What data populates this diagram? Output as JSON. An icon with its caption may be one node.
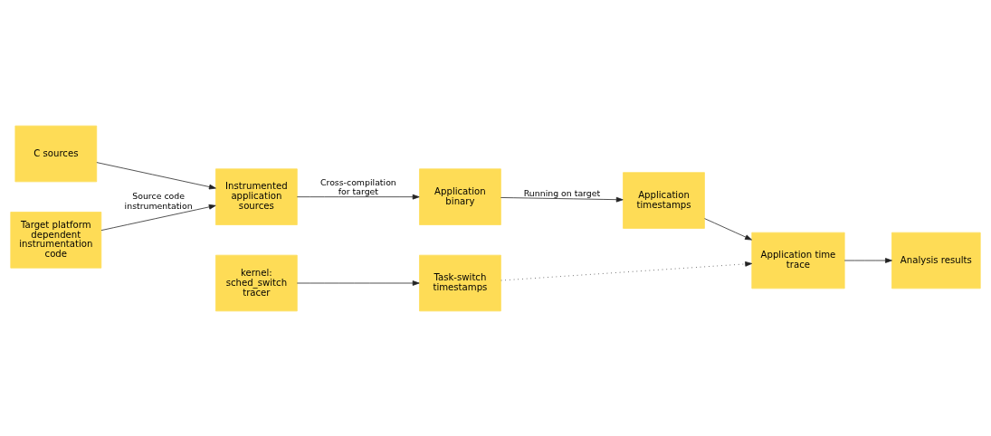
{
  "diagram": {
    "nodes": [
      {
        "text": [
          "C sources"
        ]
      },
      {
        "text": [
          "Target platform dependent instrumentation code"
        ]
      },
      {
        "text": [
          "Instrumented application sources"
        ]
      },
      {
        "text": [
          "Application binary"
        ]
      },
      {
        "text": [
          "Application timestamps"
        ]
      },
      {
        "text": [
          "kernel: sched_switch tracer"
        ]
      },
      {
        "text": [
          "Task-switch timestamps"
        ]
      },
      {
        "text": [
          "Application time trace"
        ]
      },
      {
        "text": [
          "Analysis results"
        ]
      }
    ],
    "edges": [
      {
        "from": 0,
        "to": 2,
        "arrow": "to"
      },
      {
        "from": 1,
        "to": 2,
        "arrow": "to",
        "label": "Source code instrumentation"
      },
      {
        "from": 2,
        "to": 3,
        "arrow": "to",
        "label": "Cross-compilation for target"
      },
      {
        "from": 3,
        "to": 4,
        "arrow": "to",
        "label": "Running on target"
      },
      {
        "from": 4,
        "to": 7,
        "arrow": "to"
      },
      {
        "from": 5,
        "to": 6,
        "arrow": "to"
      },
      {
        "from": 6,
        "to": 7,
        "arrow": "to",
        "style": "dashed"
      },
      {
        "from": 7,
        "to": 8,
        "arrow": "to"
      }
    ]
  }
}
